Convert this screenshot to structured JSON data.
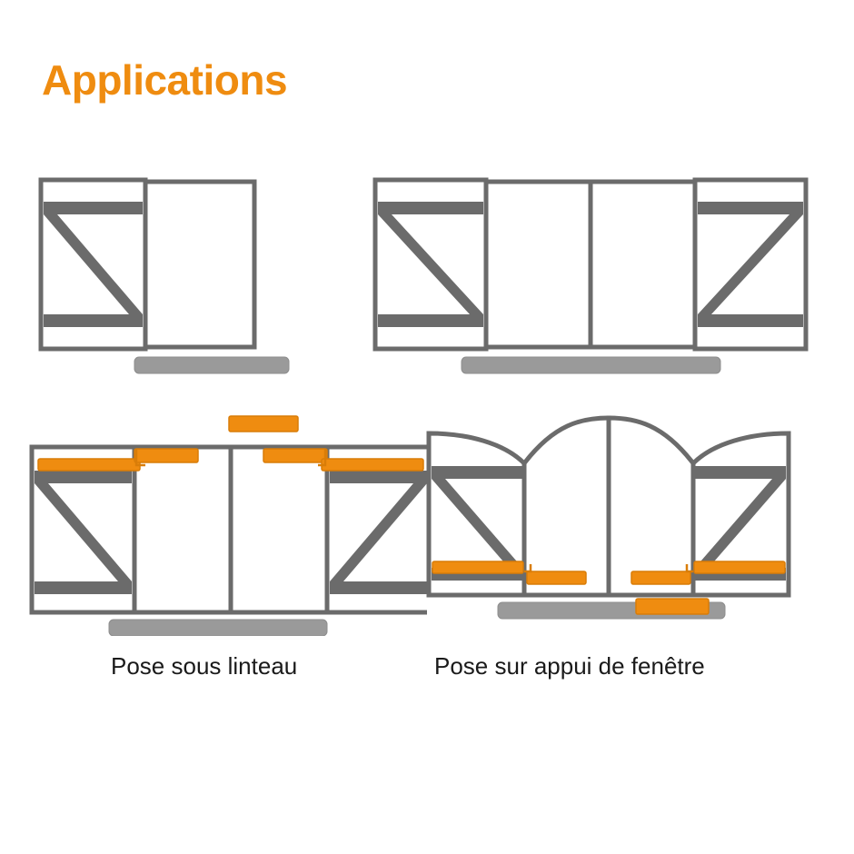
{
  "header": {
    "title": "Applications"
  },
  "colors": {
    "accent_orange": "#ef8c10",
    "frame_gray": "#6b6b6b",
    "sill_gray": "#9a9a9a",
    "panel_white": "#ffffff",
    "text_dark": "#1a1a1a",
    "background": "#ffffff"
  },
  "captions": {
    "left": "Pose sous linteau",
    "right": "Pose sur appui de fenêtre"
  },
  "figures": [
    {
      "id": "fig-top-left",
      "name": "single-shutter-window",
      "description": "Fenêtre avec un vantail de volet battant ouvert à gauche",
      "shutter_count": 1,
      "window_panels": 1,
      "has_sill": true,
      "has_arch": false,
      "hardware_visible": false
    },
    {
      "id": "fig-top-right",
      "name": "double-shutter-window",
      "description": "Fenêtre à deux vantaux avec volets battants ouverts de chaque côté",
      "shutter_count": 2,
      "window_panels": 2,
      "has_sill": true,
      "has_arch": false,
      "hardware_visible": false
    },
    {
      "id": "fig-bot-left",
      "name": "shutter-window-lintel-mount",
      "description": "Pose des arrêts de volets sous linteau",
      "shutter_count": 2,
      "window_panels": 2,
      "has_sill": true,
      "has_arch": false,
      "hardware_visible": true,
      "hardware_position": "top"
    },
    {
      "id": "fig-bot-right",
      "name": "arched-shutter-window-sill-mount",
      "description": "Pose des arrêts de volets sur appui de fenêtre, fenêtre cintrée",
      "shutter_count": 2,
      "window_panels": 2,
      "has_sill": true,
      "has_arch": true,
      "hardware_visible": true,
      "hardware_position": "bottom"
    }
  ]
}
